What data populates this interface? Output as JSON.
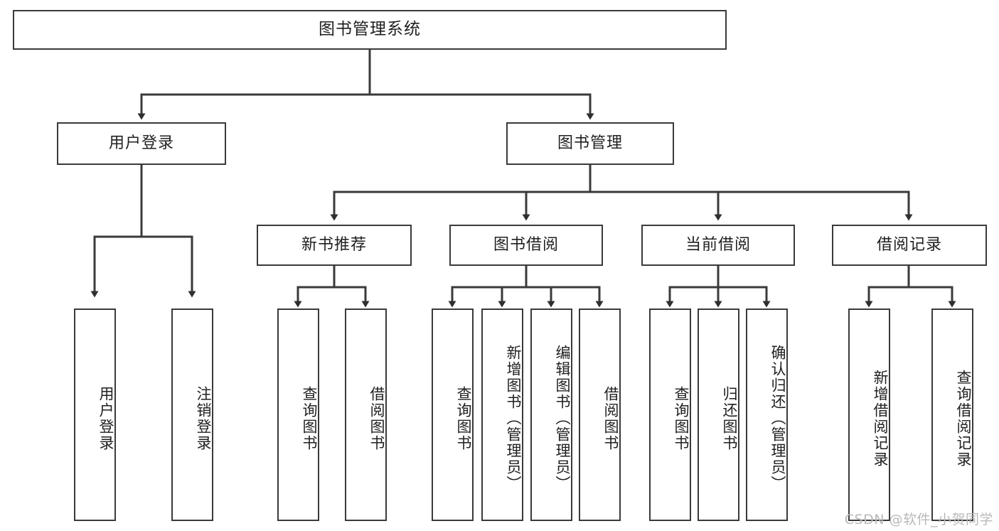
{
  "diagram": {
    "title": "图书管理系统",
    "type": "functional-structure-tree",
    "background": "#ffffff",
    "line_color": "#3a3a3a",
    "box_border_color": "#3a3a3a",
    "text_color": "#1f1f1f"
  },
  "root": {
    "label": "图书管理系统"
  },
  "level1": [
    {
      "id": "user-login",
      "label": "用户登录"
    },
    {
      "id": "book-manage",
      "label": "图书管理"
    }
  ],
  "level2": [
    {
      "id": "new-book-recommend",
      "label": "新书推荐",
      "parent": "book-manage"
    },
    {
      "id": "book-borrow",
      "label": "图书借阅",
      "parent": "book-manage"
    },
    {
      "id": "current-borrow",
      "label": "当前借阅",
      "parent": "book-manage"
    },
    {
      "id": "borrow-record",
      "label": "借阅记录",
      "parent": "book-manage"
    }
  ],
  "leaves": [
    {
      "id": "leaf-user-login",
      "label": "用户登录",
      "parent": "user-login"
    },
    {
      "id": "leaf-logout",
      "label": "注销登录",
      "parent": "user-login"
    },
    {
      "id": "leaf-query-book-1",
      "label": "查询图书",
      "parent": "new-book-recommend"
    },
    {
      "id": "leaf-borrow-book-1",
      "label": "借阅图书",
      "parent": "new-book-recommend"
    },
    {
      "id": "leaf-query-book-2",
      "label": "查询图书",
      "parent": "book-borrow"
    },
    {
      "id": "leaf-add-book",
      "label": "新增图书（管理员）",
      "parent": "book-borrow"
    },
    {
      "id": "leaf-edit-book",
      "label": "编辑图书（管理员）",
      "parent": "book-borrow"
    },
    {
      "id": "leaf-borrow-book-2",
      "label": "借阅图书",
      "parent": "book-borrow"
    },
    {
      "id": "leaf-query-book-3",
      "label": "查询图书",
      "parent": "current-borrow"
    },
    {
      "id": "leaf-return-book",
      "label": "归还图书",
      "parent": "current-borrow"
    },
    {
      "id": "leaf-confirm-return",
      "label": "确认归还（管理员）",
      "parent": "current-borrow"
    },
    {
      "id": "leaf-add-record",
      "label": "新增借阅记录",
      "parent": "borrow-record"
    },
    {
      "id": "leaf-query-record",
      "label": "查询借阅记录",
      "parent": "borrow-record"
    }
  ],
  "watermark": {
    "text": "CSDN @软件_小贺同学"
  }
}
